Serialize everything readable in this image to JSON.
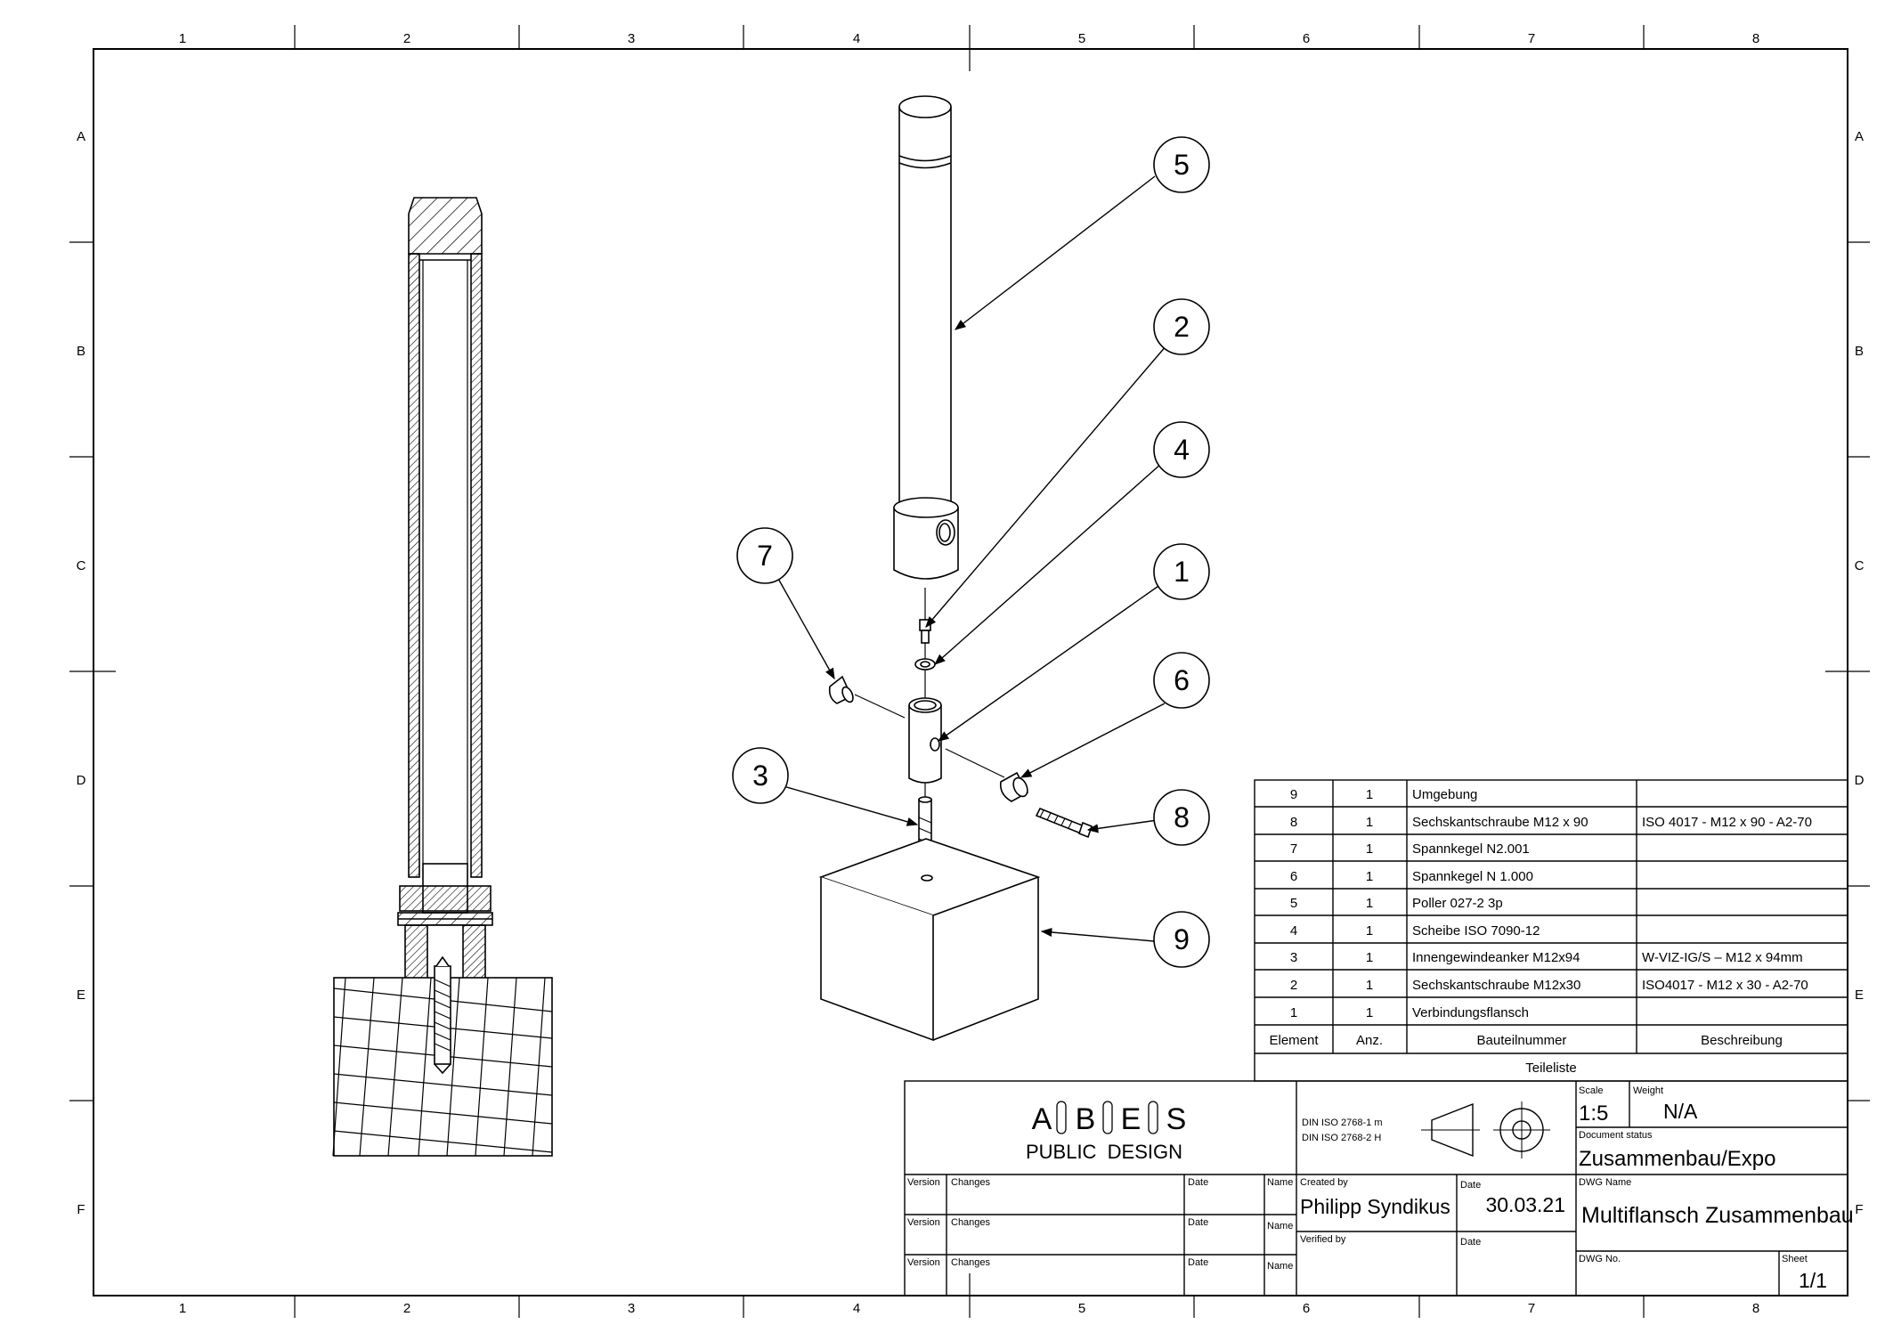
{
  "frame": {
    "columns": [
      "1",
      "2",
      "3",
      "4",
      "5",
      "6",
      "7",
      "8"
    ],
    "rows": [
      "A",
      "B",
      "C",
      "D",
      "E",
      "F"
    ]
  },
  "balloons": [
    "5",
    "2",
    "4",
    "7",
    "1",
    "6",
    "3",
    "8",
    "9"
  ],
  "parts_list": {
    "headers": [
      "Element",
      "Anz.",
      "Bauteilnummer",
      "Beschreibung"
    ],
    "caption": "Teileliste",
    "rows": [
      {
        "element": "9",
        "qty": "1",
        "part": "Umgebung",
        "desc": ""
      },
      {
        "element": "8",
        "qty": "1",
        "part": "Sechskantschraube M12 x 90",
        "desc": "ISO 4017 - M12 x 90 - A2-70"
      },
      {
        "element": "7",
        "qty": "1",
        "part": "Spannkegel N2.001",
        "desc": ""
      },
      {
        "element": "6",
        "qty": "1",
        "part": "Spannkegel N 1.000",
        "desc": ""
      },
      {
        "element": "5",
        "qty": "1",
        "part": "Poller 027-2 3p",
        "desc": ""
      },
      {
        "element": "4",
        "qty": "1",
        "part": "Scheibe ISO 7090-12",
        "desc": ""
      },
      {
        "element": "3",
        "qty": "1",
        "part": "Innengewindeanker M12x94",
        "desc": "W-VIZ-IG/S – M12 x 94mm"
      },
      {
        "element": "2",
        "qty": "1",
        "part": "Sechskantschraube M12x30",
        "desc": "ISO4017 - M12 x 30 - A2-70"
      },
      {
        "element": "1",
        "qty": "1",
        "part": "Verbindungsflansch",
        "desc": ""
      }
    ]
  },
  "title_block": {
    "logo_letters": [
      "A",
      "B",
      "E",
      "S"
    ],
    "logo_sub": "PUBLIC  DESIGN",
    "tolerance_1": "DIN ISO 2768-1 m",
    "tolerance_2": "DIN ISO 2768-2 H",
    "scale_label": "Scale",
    "scale": "1:5",
    "weight_label": "Weight",
    "weight": "N/A",
    "doc_status_label": "Document status",
    "doc_status": "Zusammenbau/Expo",
    "created_by_label": "Created by",
    "created_by": "Philipp Syndikus",
    "date_label": "Date",
    "date": "30.03.21",
    "verified_by_label": "Verified by",
    "dwg_name_label": "DWG Name",
    "dwg_name": "Multiflansch Zusammenbau",
    "dwg_no_label": "DWG No.",
    "sheet_label": "Sheet",
    "sheet": "1/1",
    "rev_rows": [
      {
        "version": "Version",
        "changes": "Changes",
        "date": "Date",
        "name": "Name"
      },
      {
        "version": "Version",
        "changes": "Changes",
        "date": "Date",
        "name": "Name"
      },
      {
        "version": "Version",
        "changes": "Changes",
        "date": "Date",
        "name": "Name"
      }
    ]
  }
}
